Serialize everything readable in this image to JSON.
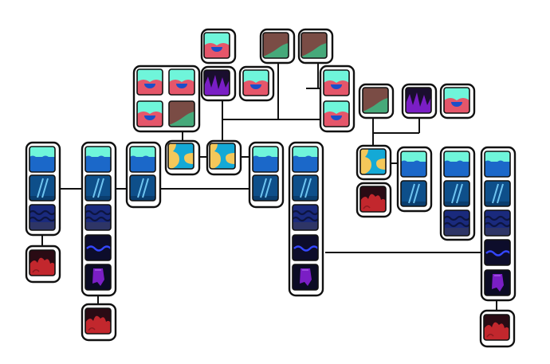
{
  "diagram": {
    "palette": {
      "mint": "#6ff5da",
      "sky_blue": "#1b68c9",
      "steel_blue": "#0e4f8a",
      "navy": "#1a2a7d",
      "night": "#0d0d2b",
      "crimson": "#c2272d",
      "salmon": "#e5566a",
      "brown": "#7a4c45",
      "green": "#46a97a",
      "violet": "#7a1ec5",
      "sand": "#f4c85a",
      "cyan": "#14a9d6",
      "outline": "#111111"
    },
    "tile_kinds": [
      "wave-tile",
      "glass-tile",
      "deep-wave-tile",
      "night-wave-tile",
      "abyss-tile",
      "lava-tile",
      "bowl-tile",
      "hill-tile",
      "zigzag-tile",
      "river-tile"
    ]
  }
}
